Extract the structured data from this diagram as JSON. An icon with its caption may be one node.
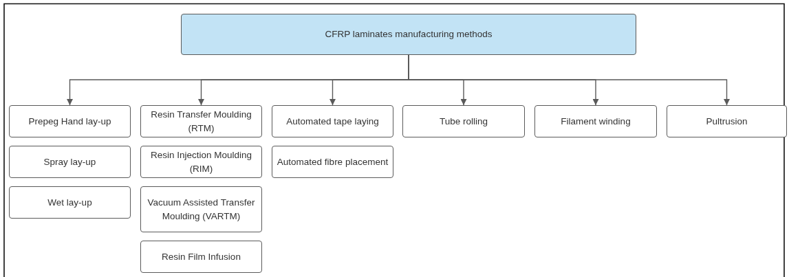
{
  "diagram": {
    "nodes": [
      {
        "text": [
          "CFRP laminates manufacturing methods"
        ]
      },
      {
        "text": [
          "Prepeg Hand lay-up"
        ]
      },
      {
        "text": [
          "Spray lay-up"
        ]
      },
      {
        "text": [
          "Wet lay-up"
        ]
      },
      {
        "text": [
          "Resin Transfer Moulding (RTM)"
        ]
      },
      {
        "text": [
          "Resin Injection Moulding (RIM)"
        ]
      },
      {
        "text": [
          "Vacuum Assisted Transfer Moulding (VARTM)"
        ]
      },
      {
        "text": [
          "Resin Film Infusion"
        ]
      },
      {
        "text": [
          "Automated tape laying"
        ]
      },
      {
        "text": [
          "Automated fibre placement"
        ]
      },
      {
        "text": [
          "Tube rolling"
        ]
      },
      {
        "text": [
          "Filament winding"
        ]
      },
      {
        "text": [
          "Pultrusion"
        ]
      }
    ],
    "edges": [
      {
        "from": 0,
        "to": 1,
        "arrow": "to"
      },
      {
        "from": 0,
        "to": 4,
        "arrow": "to"
      },
      {
        "from": 0,
        "to": 8,
        "arrow": "to"
      },
      {
        "from": 0,
        "to": 10,
        "arrow": "to"
      },
      {
        "from": 0,
        "to": 11,
        "arrow": "to"
      },
      {
        "from": 0,
        "to": 12,
        "arrow": "to"
      }
    ]
  }
}
